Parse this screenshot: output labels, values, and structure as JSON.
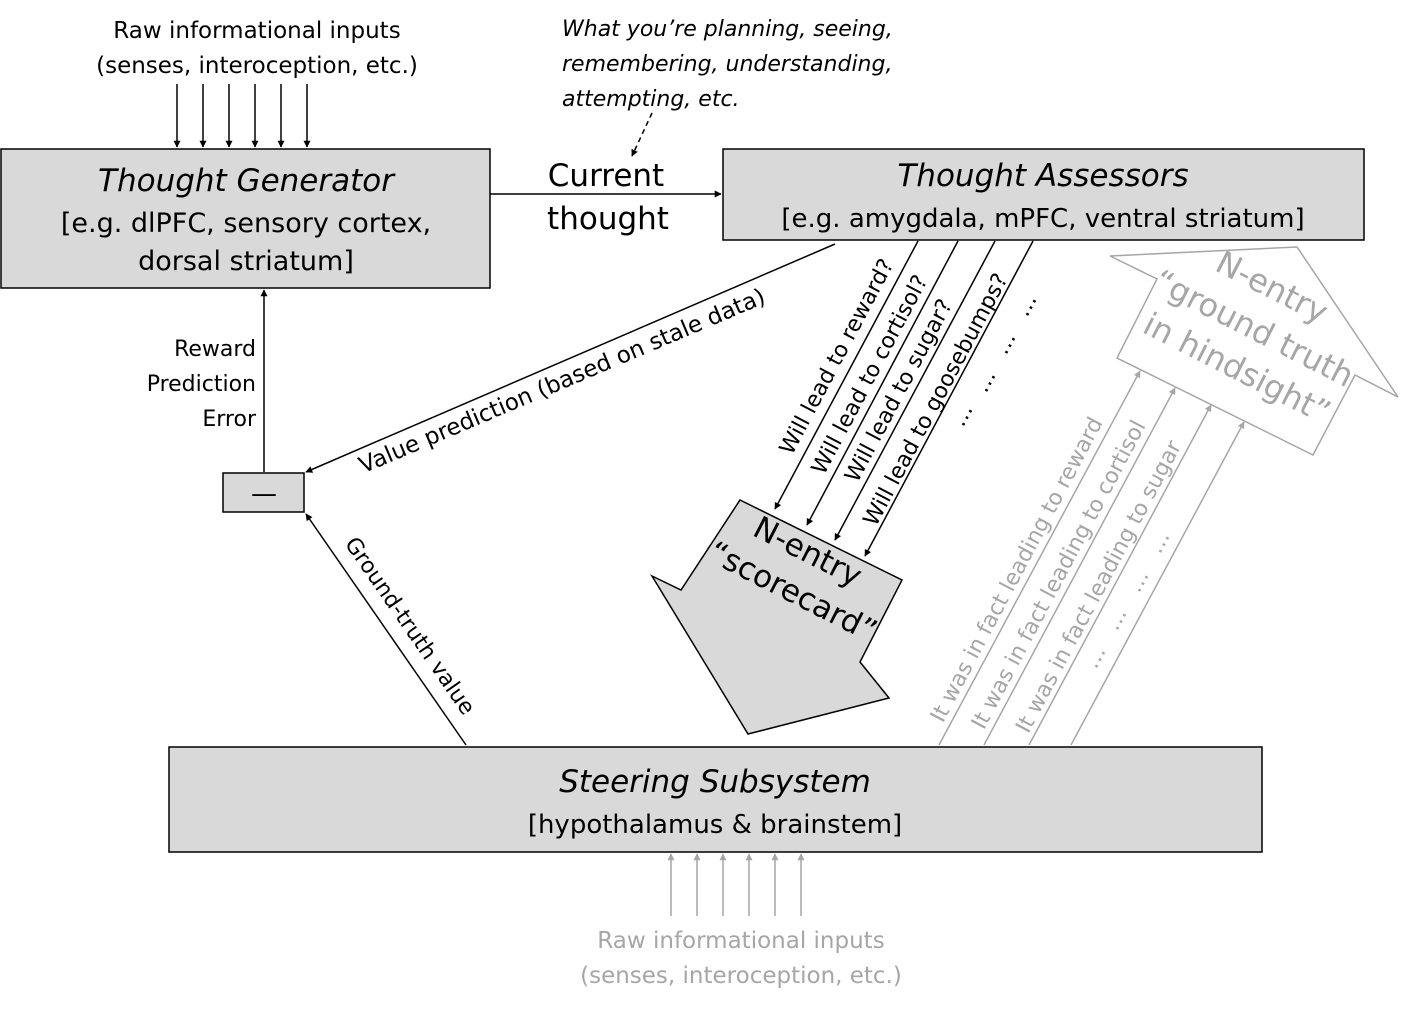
{
  "top_inputs": {
    "line1": "Raw informational inputs",
    "line2": "(senses, interoception, etc.)"
  },
  "annotation": {
    "line1": "What you’re planning, seeing,",
    "line2": "remembering, understanding,",
    "line3": "attempting, etc."
  },
  "thought_generator": {
    "title": "Thought Generator",
    "line1": "[e.g. dlPFC, sensory cortex,",
    "line2": "dorsal striatum]"
  },
  "current_thought": {
    "line1": "Current",
    "line2": "thought"
  },
  "thought_assessors": {
    "title": "Thought Assessors",
    "line1": "[e.g. amygdala, mPFC, ventral striatum]"
  },
  "rpe": {
    "line1": "Reward",
    "line2": "Prediction",
    "line3": "Error"
  },
  "minus_box": {
    "symbol": "—"
  },
  "value_prediction": "Value prediction (based on stale data)",
  "ground_truth_value": "Ground-truth value",
  "assessor_questions": [
    "Will lead to reward?",
    "Will lead to cortisol?",
    "Will lead to sugar?",
    "Will lead to goosebumps?"
  ],
  "ellipsis": "…",
  "scorecard": {
    "line1": "N-entry",
    "line2": "“scorecard”"
  },
  "ground_truth_hindsight": {
    "line1": "N-entry",
    "line2": "“ground truth",
    "line3": "in hindsight”"
  },
  "hindsight_labels": [
    "It was in fact leading to reward",
    "It was in fact leading to cortisol",
    "It was in fact leading to sugar"
  ],
  "steering_subsystem": {
    "title": "Steering Subsystem",
    "line1": "[hypothalamus & brainstem]"
  },
  "bottom_inputs": {
    "line1": "Raw informational inputs",
    "line2": "(senses, interoception, etc.)"
  },
  "colors": {
    "box_fill": "#d9d9d9",
    "stroke": "#000000",
    "faded": "#a6a6a6"
  }
}
